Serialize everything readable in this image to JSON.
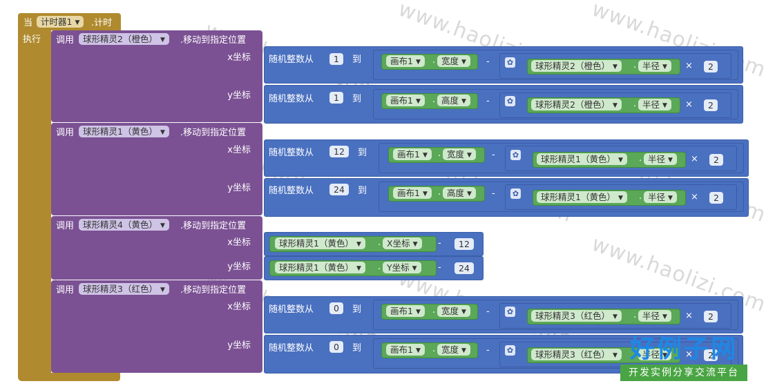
{
  "watermark": "www.haolizi.com",
  "event": {
    "when_label": "当",
    "component": "计时器1",
    "event_name": ".计时",
    "do_label": "执行"
  },
  "common": {
    "call": "调用",
    "move": ".移动到指定位置",
    "x_label": "x坐标",
    "y_label": "y坐标",
    "rand_from": "随机整数从",
    "to": "到",
    "minus": "-",
    "times": "×",
    "radius": "半径",
    "canvas": "画布1",
    "width": "宽度",
    "height": "高度",
    "x_coord": "X坐标",
    "y_coord": "Y坐标",
    "dot": "."
  },
  "blocks": [
    {
      "sprite": "球形精灵2（橙色）",
      "x": {
        "from": "1",
        "dim": "宽度",
        "sprite": "球形精灵2（橙色）",
        "mult": "2"
      },
      "y": {
        "from": "1",
        "dim": "高度",
        "sprite": "球形精灵2（橙色）",
        "mult": "2"
      }
    },
    {
      "sprite": "球形精灵1（黄色）",
      "x": {
        "from": "12",
        "dim": "宽度",
        "sprite": "球形精灵1（黄色）",
        "mult": "2"
      },
      "y": {
        "from": "24",
        "dim": "高度",
        "sprite": "球形精灵1（黄色）",
        "mult": "2"
      }
    },
    {
      "sprite": "球形精灵4（黄色）",
      "x": {
        "sprite": "球形精灵1（黄色）",
        "prop": "X坐标",
        "sub": "12"
      },
      "y": {
        "sprite": "球形精灵1（黄色）",
        "prop": "Y坐标",
        "sub": "24"
      }
    },
    {
      "sprite": "球形精灵3（红色）",
      "x": {
        "from": "0",
        "dim": "宽度",
        "sprite": "球形精灵3（红色）",
        "mult": "2"
      },
      "y": {
        "from": "0",
        "dim": "宽度",
        "sprite": "球形精灵3（红色）",
        "mult": "2"
      }
    }
  ],
  "logo": {
    "title": "好例子网",
    "subtitle": "开发实例分享交流平台"
  },
  "colors": {
    "event": "#b08a2e",
    "procedure": "#7b5193",
    "math": "#4a70c0",
    "component": "#5ba858"
  }
}
